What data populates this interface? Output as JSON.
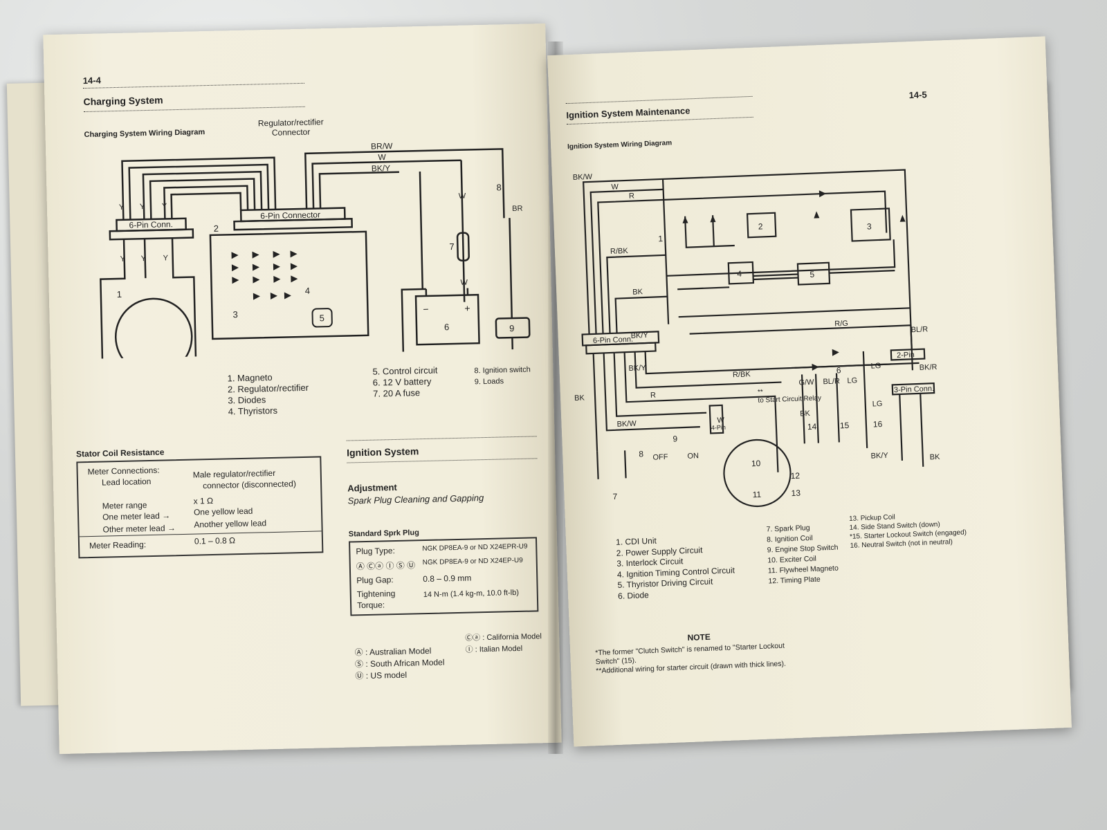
{
  "left_page": {
    "page_number": "14-4",
    "section_title": "Charging System",
    "diagram_title": "Charging System Wiring Diagram",
    "callout_regulator": "Regulator/rectifier",
    "callout_connector": "Connector",
    "wire_labels": [
      "BR/W",
      "W",
      "BK/Y",
      "W",
      "W",
      "BR",
      "Y",
      "Y",
      "Y",
      "Y",
      "Y",
      "Y"
    ],
    "six_pin_conn": "6-Pin Conn.",
    "six_pin_connector": "6-Pin Connector",
    "callout_numbers": [
      "1",
      "2",
      "3",
      "4",
      "5",
      "6",
      "7",
      "8",
      "9"
    ],
    "battery_minus": "−",
    "battery_plus": "+",
    "legend_col1": [
      "1.  Magneto",
      "2.  Regulator/rectifier",
      "3.  Diodes",
      "4.  Thyristors"
    ],
    "legend_col2": [
      "5.  Control circuit",
      "6.  12 V battery",
      "7.  20 A fuse"
    ],
    "legend_col3": [
      "8.  Ignition switch",
      "9.  Loads"
    ],
    "stator": {
      "title": "Stator Coil Resistance",
      "meter_connections": "Meter Connections:",
      "lead_location": "Lead location",
      "lead_location_value_1": "Male regulator/rectifier",
      "lead_location_value_2": "connector (disconnected)",
      "meter_range": "Meter range",
      "meter_range_value": "x 1 Ω",
      "one_meter_lead": "One meter lead →",
      "one_meter_lead_value": "One yellow lead",
      "other_meter_lead": "Other meter lead →",
      "other_meter_lead_value": "Another yellow lead",
      "meter_reading": "Meter Reading:",
      "meter_reading_value": "0.1 – 0.8 Ω"
    },
    "ignition_section": "Ignition System",
    "adjustment": "Adjustment",
    "adjustment_sub": "Spark Plug Cleaning and Gapping",
    "plug_table_title": "Standard Sprk Plug",
    "plug_rows": [
      {
        "label": "Plug Type:",
        "value": "NGK DP8EA-9 or ND X24EPR-U9"
      },
      {
        "label": "Ⓐ Ⓒⓐ Ⓘ Ⓢ Ⓤ",
        "value": "NGK DP8EA-9 or ND X24EP-U9"
      },
      {
        "label": "Plug Gap:",
        "value": "0.8 – 0.9 mm"
      },
      {
        "label": "Tightening",
        "value": "14 N-m (1.4 kg-m, 10.0 ft-lb)"
      },
      {
        "label": "Torque:",
        "value": ""
      }
    ],
    "models_col1": [
      "Ⓐ  : Australian Model",
      "Ⓢ  : South African Model",
      "Ⓤ  : US model"
    ],
    "models_col2": [
      "Ⓒⓐ : California Model",
      "Ⓘ  : Italian Model"
    ]
  },
  "right_page": {
    "page_number": "14-5",
    "section_title": "Ignition System Maintenance",
    "diagram_title": "Ignition System Wiring Diagram",
    "wire_labels": [
      "BK/W",
      "W",
      "R",
      "R/BK",
      "BK",
      "R/G",
      "BL/R",
      "BK/Y",
      "BK",
      "R/BK",
      "R",
      "BK/W",
      "W",
      "G/W",
      "BL/R",
      "LG",
      "LG",
      "BK/R",
      "LG",
      "BK/Y",
      "BK/Y",
      "BK",
      "BK"
    ],
    "six_pin_conn": "6-Pin Conn.",
    "two_pin": "2-Pin",
    "three_pin": "3-Pin Conn.",
    "four_pin": "4-Pin",
    "off_label": "OFF",
    "on_label": "ON",
    "start_relay_note": "to Start Circuit Relay",
    "start_relay_stars": "**",
    "callout_numbers": [
      "1",
      "2",
      "3",
      "4",
      "5",
      "6",
      "7",
      "8",
      "9",
      "10",
      "11",
      "12",
      "13",
      "14",
      "15",
      "16"
    ],
    "legend_col1": [
      "1.  CDI Unit",
      "2.  Power Supply Circuit",
      "3.  Interlock Circuit",
      "4.  Ignition Timing Control Circuit",
      "5.  Thyristor Driving Circuit",
      "6.  Diode"
    ],
    "legend_col2": [
      "7.  Spark Plug",
      "8.  Ignition Coil",
      "9.  Engine Stop Switch",
      "10.  Exciter Coil",
      "11.  Flywheel Magneto",
      "12.  Timing Plate"
    ],
    "legend_col3": [
      "13.  Pickup Coil",
      "14.  Side Stand Switch (down)",
      "*15.  Starter Lockout Switch (engaged)",
      "16.  Neutral Switch (not in neutral)"
    ],
    "note_title": "NOTE",
    "note_1": "*The former \"Clutch Switch\" is renamed to \"Starter Lockout Switch\" (15).",
    "note_2": "**Additional wiring for starter circuit (drawn with thick lines)."
  },
  "colors": {
    "paper": "#f1eddb",
    "ink": "#222222",
    "cloth": "#d6d8d7"
  }
}
